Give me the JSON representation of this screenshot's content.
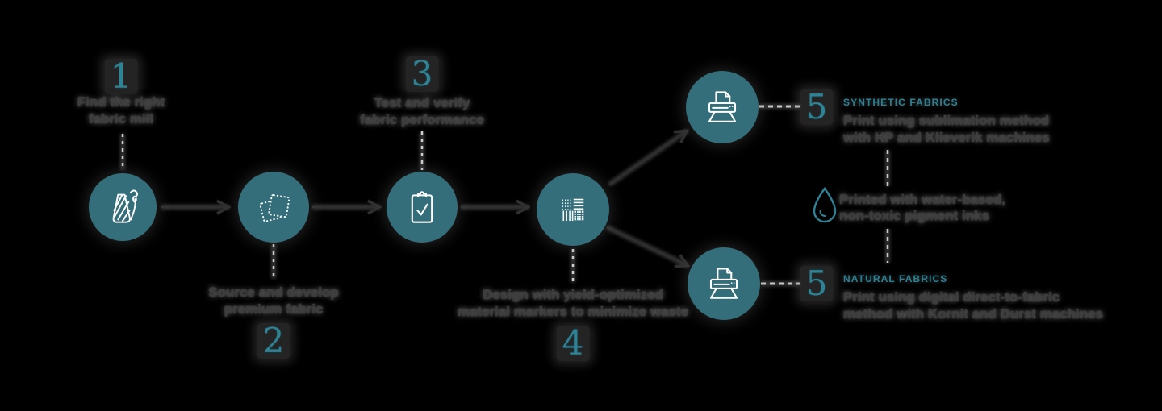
{
  "colors": {
    "background": "#000000",
    "circle_fill": "#346e7a",
    "icon_stroke": "#ffffff",
    "number_teal": "#2e8496",
    "heading_teal": "#2c8093",
    "body_text": "#3d3d3d",
    "arrow": "#2f2f2f",
    "dash_light": "#cfcfcf"
  },
  "steps": [
    {
      "number": "1",
      "icon": "thread-spool-needle-icon",
      "lines": [
        "Find the right",
        "fabric mill"
      ]
    },
    {
      "number": "2",
      "icon": "fabric-swatches-icon",
      "lines": [
        "Source and develop",
        "premium fabric"
      ]
    },
    {
      "number": "3",
      "icon": "clipboard-check-icon",
      "lines": [
        "Test and verify",
        "fabric performance"
      ]
    },
    {
      "number": "4",
      "icon": "marker-grid-icon",
      "lines": [
        "Design with yield-optimized",
        "material markers to minimize waste"
      ]
    }
  ],
  "outcomes": [
    {
      "number": "5",
      "icon": "printer-icon",
      "heading": "SYNTHETIC FABRICS",
      "lines": [
        "Print using sublimation method",
        "with HP and Klieverik machines"
      ]
    },
    {
      "number": "5",
      "icon": "printer-icon",
      "heading": "NATURAL FABRICS",
      "lines": [
        "Print using digital direct-to-fabric",
        "method with Kornit and Durst machines"
      ]
    }
  ],
  "note": {
    "icon": "water-drop-icon",
    "lines": [
      "Printed with water-based,",
      "non-toxic pigment inks"
    ]
  }
}
